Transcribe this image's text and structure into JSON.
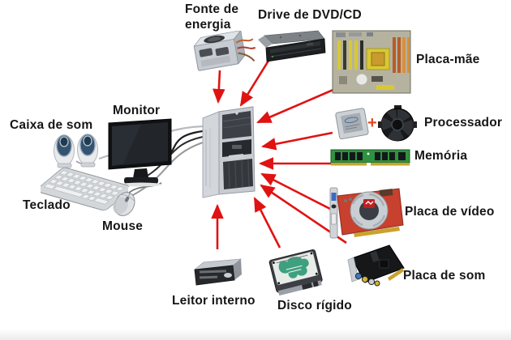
{
  "diagram": {
    "description_domain": "computer hardware components pointing to a PC tower",
    "components": {
      "power_supply": {
        "label": "Fonte de energia",
        "icon": "power-supply-icon"
      },
      "dvd_drive": {
        "label": "Drive de DVD/CD",
        "icon": "dvd-drive-icon"
      },
      "motherboard": {
        "label": "Placa-mãe",
        "icon": "motherboard-icon"
      },
      "monitor": {
        "label": "Monitor",
        "icon": "monitor-icon"
      },
      "speakers": {
        "label": "Caixa de som",
        "icon": "speakers-icon"
      },
      "processor": {
        "label": "Processador",
        "icon": "cpu-and-cooler-icon",
        "plus": "+"
      },
      "memory": {
        "label": "Memória",
        "icon": "ram-stick-icon"
      },
      "keyboard": {
        "label": "Teclado",
        "icon": "keyboard-icon"
      },
      "mouse": {
        "label": "Mouse",
        "icon": "mouse-icon"
      },
      "video_card": {
        "label": "Placa de vídeo",
        "icon": "video-card-icon"
      },
      "sound_card": {
        "label": "Placa de som",
        "icon": "sound-card-icon"
      },
      "internal_reader": {
        "label": "Leitor interno",
        "icon": "card-reader-icon"
      },
      "hard_disk": {
        "label": "Disco rígido",
        "icon": "hard-disk-icon"
      },
      "tower": {
        "icon": "pc-tower-icon"
      }
    },
    "colors": {
      "arrow_red": "#e11212",
      "label_ink": "#161616",
      "canvas_bg": "#ffffff",
      "plus_orange": "#e0491e"
    }
  }
}
